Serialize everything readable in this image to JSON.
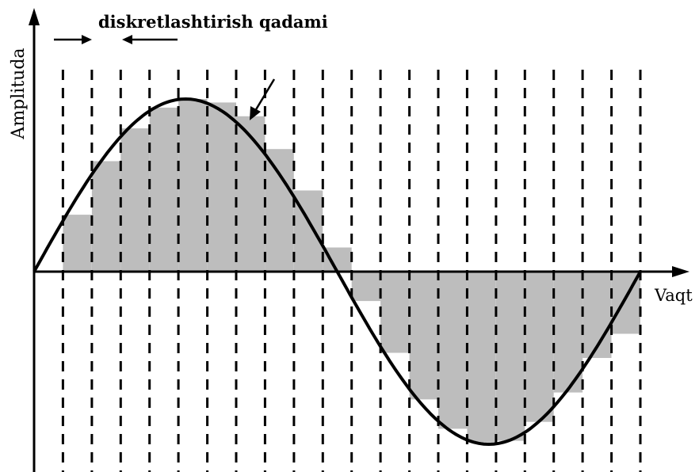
{
  "chart_data": {
    "type": "area",
    "title": "",
    "xlabel": "Vaqt",
    "ylabel": "Amplituda",
    "annotation": "diskretlashtirish qadami",
    "period_samples": 21,
    "samples": [
      0,
      0.33,
      0.64,
      0.83,
      0.95,
      1.0,
      0.98,
      0.9,
      0.71,
      0.47,
      0.14,
      -0.17,
      -0.47,
      -0.74,
      -0.91,
      -0.99,
      -0.98,
      -0.87,
      -0.7,
      -0.5,
      -0.36
    ],
    "grid": false,
    "sampling_lines": "dashed vertical"
  }
}
